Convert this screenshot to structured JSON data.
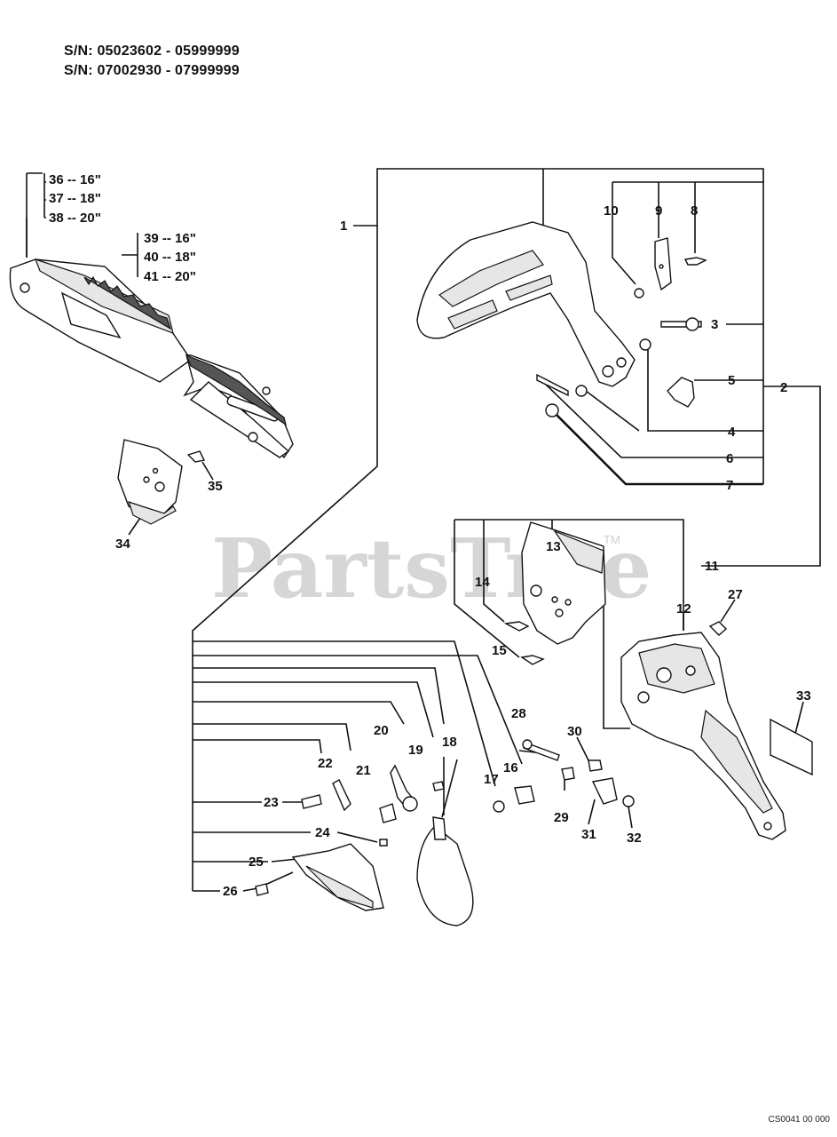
{
  "header": {
    "serial_1": "S/N: 05023602 - 05999999",
    "serial_2": "S/N: 07002930 - 07999999"
  },
  "watermark": {
    "text": "PartsTree",
    "tm": "TM"
  },
  "footer": {
    "code": "CS0041 00 000"
  },
  "bar_sizes": [
    "36 -- 16\"",
    "37 -- 18\"",
    "38 -- 20\""
  ],
  "chain_sizes": [
    "39 -- 16\"",
    "40 -- 18\"",
    "41 -- 20\""
  ],
  "callouts": [
    "1",
    "2",
    "3",
    "4",
    "5",
    "6",
    "7",
    "8",
    "9",
    "10",
    "11",
    "12",
    "13",
    "14",
    "15",
    "16",
    "17",
    "18",
    "19",
    "20",
    "21",
    "22",
    "23",
    "24",
    "25",
    "26",
    "27",
    "28",
    "29",
    "30",
    "31",
    "32",
    "33",
    "34",
    "35"
  ]
}
